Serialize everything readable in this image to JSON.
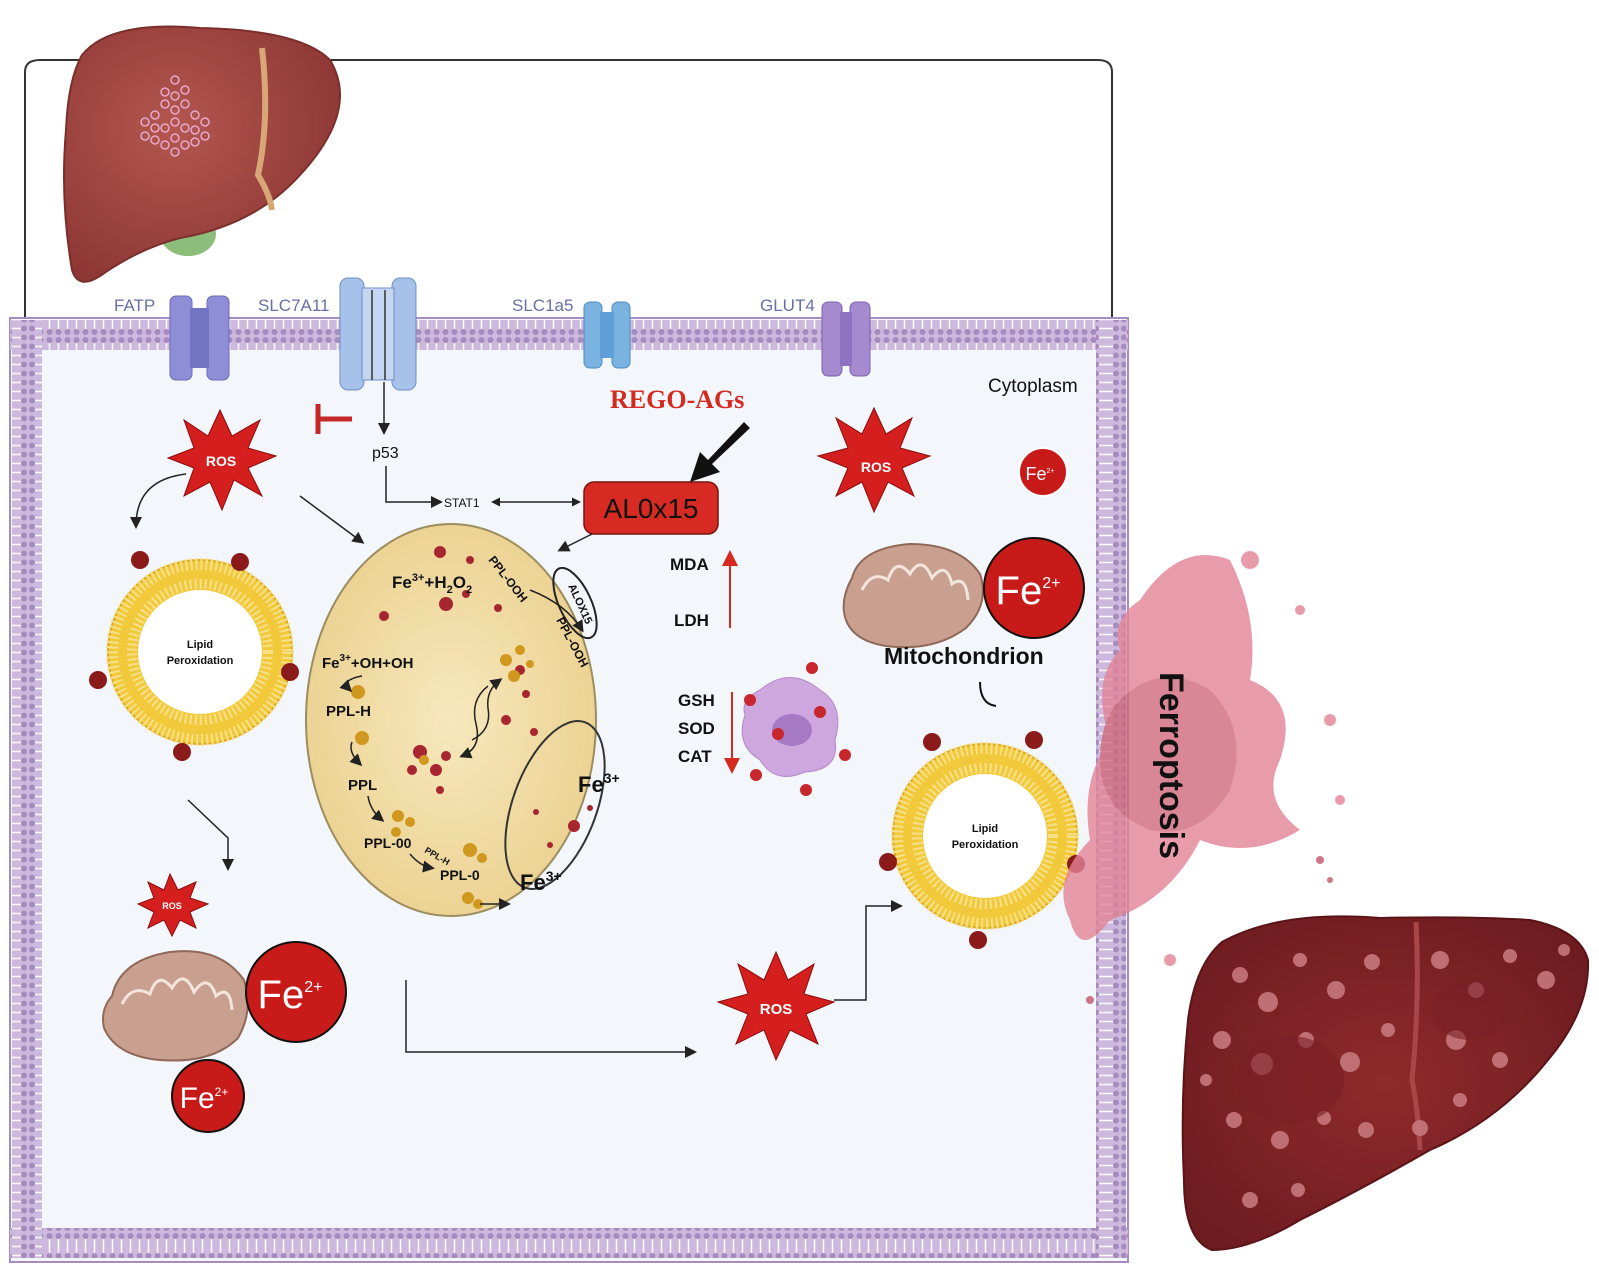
{
  "transporters": {
    "fatp": "FATP",
    "slc7a11": "SLC7A11",
    "slc1a5": "SLC1a5",
    "glut4": "GLUT4"
  },
  "compartments": {
    "cytoplasm": "Cytoplasm"
  },
  "drug": {
    "label": "REGO-AGs",
    "color": "#d42a20"
  },
  "signaling": {
    "p53": "p53",
    "stat1": "STAT1",
    "alox15_box": "AL0x15"
  },
  "ros": {
    "label": "ROS",
    "color": "#d51e1e"
  },
  "lipid": {
    "left_line1": "Lipid",
    "left_line2": "Peroxidation",
    "right_line1": "Lipid",
    "right_line2": "Peroxidation"
  },
  "lysosome": {
    "fe3_h2o2": {
      "fe": "Fe",
      "sup": "3+",
      "h": "+H",
      "sub1": "2",
      "o": "O",
      "sub2": "2"
    },
    "ppl_ooh_1": "PPL-OOH",
    "alox15_oval": "ALOX15",
    "ppl_ooh_2": "PPL-OOH",
    "fe3_ohoh": {
      "fe": "Fe",
      "sup": "3+",
      "rest": "+OH+OH"
    },
    "ppl_h": "PPL-H",
    "ppl": "PPL",
    "ppl_oo": "PPL-00",
    "ppl_h_small": "PPL-H",
    "ppl_o": "PPL-0",
    "fe3_a": {
      "fe": "Fe",
      "sup": "3+"
    },
    "fe3_b": {
      "fe": "Fe",
      "sup": "3+"
    }
  },
  "markers": {
    "mda": "MDA",
    "ldh": "LDH",
    "gsh": "GSH",
    "sod": "SOD",
    "cat": "CAT",
    "up_color": "#d42a20",
    "down_color": "#d42a20"
  },
  "iron": {
    "fe2_small_top": {
      "fe": "Fe",
      "sup": "2+"
    },
    "fe2_big_right": {
      "fe": "Fe",
      "sup": "2+"
    },
    "fe2_big_left": {
      "fe": "Fe",
      "sup": "2+"
    },
    "fe2_small_left": {
      "fe": "Fe",
      "sup": "2+"
    },
    "fe_color": "#c91a1a"
  },
  "mitochondrion": {
    "label": "Mitochondrion"
  },
  "outcome": {
    "ferroptosis": "Ferroptosis"
  },
  "colors": {
    "membrane": "#b79ccc",
    "cytoplasm_fill": "#f3f6fb",
    "lysosome_fill": "#f3dfa7",
    "liver": "#a54a45"
  }
}
